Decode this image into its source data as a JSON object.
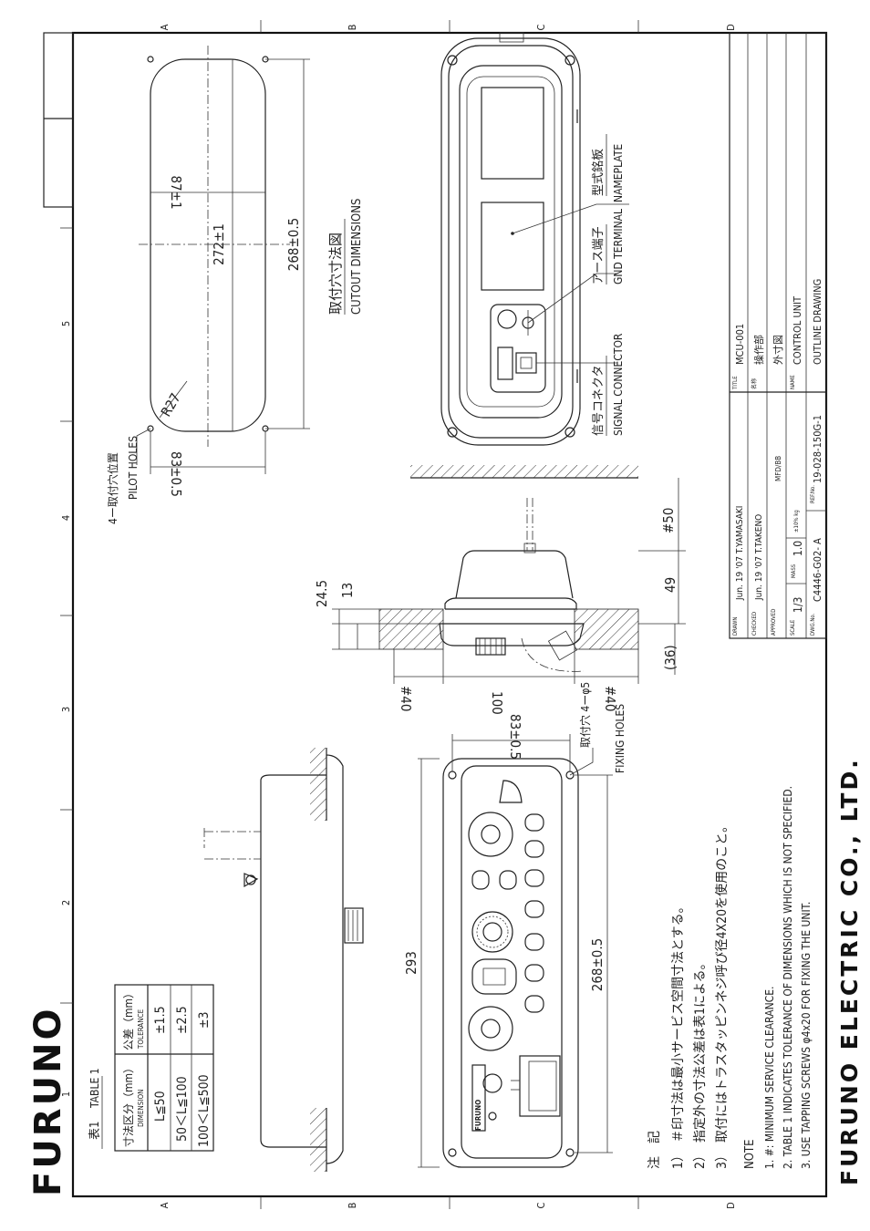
{
  "brand": {
    "logo_text": "FURUNO",
    "company_name": "FURUNO ELECTRIC CO., LTD."
  },
  "grid": {
    "rows": [
      "A",
      "B",
      "C",
      "D"
    ],
    "cols": [
      "1",
      "2",
      "3",
      "4",
      "5"
    ]
  },
  "cutout": {
    "width": "87±1",
    "length_outer": "272±1",
    "length_holes": "268±0.5",
    "hole_spacing": "83±0.5",
    "radius": "R27",
    "pilot_label_jp": "4ー取付穴位置",
    "pilot_label_en": "PILOT HOLES",
    "title_jp": "取付穴寸法図",
    "title_en": "CUTOUT DIMENSIONS"
  },
  "rear_view": {
    "nameplate_jp": "型式銘板",
    "nameplate_en": "NAMEPLATE",
    "gnd_jp": "アース端子",
    "gnd_en": "GND TERMINAL",
    "signal_jp": "信号コネクタ",
    "signal_en": "SIGNAL CONNECTOR"
  },
  "side_view": {
    "dim_24_5": "24.5",
    "dim_13": "13",
    "dim_49": "49",
    "dim_36": "(36)",
    "dim_100": "100",
    "dim_40_left": "#40",
    "dim_40_right": "#40",
    "dim_50": "#50"
  },
  "front_view": {
    "overall_length": "293",
    "hole_length": "268±0.5",
    "hole_spacing": "83±0.5",
    "fixing_jp": "取付穴\n4ーφ5",
    "fixing_en": "FIXING HOLES",
    "panel_logo": "FURUNO"
  },
  "table1": {
    "title_jp": "表1",
    "title_en": "TABLE 1",
    "headers": [
      {
        "jp": "寸法区分（mm）",
        "en": "DIMENSION"
      },
      {
        "jp": "公差（mm）",
        "en": "TOLERANCE"
      }
    ],
    "rows": [
      {
        "dimension": "L≦50",
        "tolerance": "±1.5"
      },
      {
        "dimension": "50＜L≦100",
        "tolerance": "±2.5"
      },
      {
        "dimension": "100＜L≦500",
        "tolerance": "±3"
      }
    ]
  },
  "notes_jp": {
    "heading": "注　記",
    "items": [
      "1）　＃印寸法は最小サービス空間寸法とする。",
      "2）　指定外の寸法公差は表1による。",
      "3）　取付にはトラスタッピンネジ呼び径4X20を使用のこと。"
    ]
  },
  "notes_en": {
    "heading": "NOTE",
    "items": [
      "1.  #: MINIMUM SERVICE CLEARANCE.",
      "2.  TABLE 1 INDICATES TOLERANCE OF DIMENSIONS WHICH IS NOT SPECIFIED.",
      "3.  USE TAPPING  SCREWS φ4x20 FOR FIXING THE UNIT."
    ]
  },
  "title_block": {
    "drawn_label": "DRAWN",
    "drawn": "Jun. 19 '07  T.YAMASAKI",
    "checked_label": "CHECKED",
    "checked": "Jun. 19 '07  T.TAKENO",
    "approved_label": "APPROVED",
    "approved": "MFD/BB",
    "scale_label": "SCALE",
    "scale": "1/3",
    "mass_label": "MASS",
    "mass": "1.0",
    "mass_unit": "±10%\nkg",
    "dwg_label": "DWG.No.",
    "dwg_no": "C4446-G02- A",
    "ref_label": "REF.No.",
    "ref_no": "19-028-150G-1",
    "title_label": "TITLE",
    "title": "MCU-001",
    "name_jp_label": "名称",
    "name_jp": "操作部",
    "name_jp2": "外寸図",
    "name_label": "NAME",
    "name_en": "CONTROL UNIT",
    "name_en2": "OUTLINE DRAWING"
  }
}
